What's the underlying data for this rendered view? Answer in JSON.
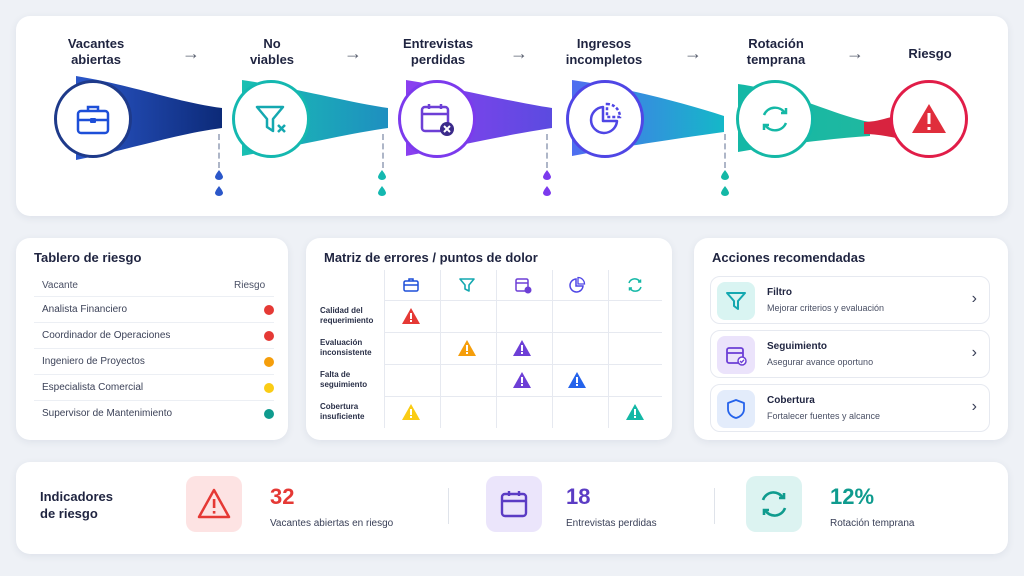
{
  "funnel": {
    "stages": [
      {
        "label": "Vacantes\nabiertas",
        "icon": "briefcase-icon",
        "color": "#1e3a8a"
      },
      {
        "label": "No\nviables",
        "icon": "filter-x-icon",
        "color": "#14b8b0"
      },
      {
        "label": "Entrevistas\nperdidas",
        "icon": "calendar-x-icon",
        "color": "#7c3aed"
      },
      {
        "label": "Ingresos\nincompletos",
        "icon": "pie-chart-icon",
        "color": "#4f46e5"
      },
      {
        "label": "Rotación\ntemprana",
        "icon": "refresh-icon",
        "color": "#14b8a6"
      },
      {
        "label": "Riesgo",
        "icon": "warning-icon",
        "color": "#e11d48"
      }
    ]
  },
  "risk_board": {
    "title": "Tablero de riesgo",
    "col_vacante": "Vacante",
    "col_riesgo": "Riesgo",
    "rows": [
      {
        "name": "Analista Financiero",
        "color": "#e53935"
      },
      {
        "name": "Coordinador de Operaciones",
        "color": "#e53935"
      },
      {
        "name": "Ingeniero de Proyectos",
        "color": "#f59e0b"
      },
      {
        "name": "Especialista Comercial",
        "color": "#facc15"
      },
      {
        "name": "Supervisor de Mantenimiento",
        "color": "#0f9b8e"
      }
    ]
  },
  "matrix": {
    "title": "Matriz de errores / puntos de dolor",
    "columns": [
      "briefcase-icon",
      "filter-icon",
      "calendar-x-icon",
      "pie-chart-icon",
      "refresh-icon"
    ],
    "rows": [
      {
        "label": "Calidad del\nrequerimiento",
        "marks": [
          {
            "col": 0,
            "color": "#e53935"
          }
        ]
      },
      {
        "label": "Evaluación\ninconsistente",
        "marks": [
          {
            "col": 1,
            "color": "#f59e0b"
          },
          {
            "col": 2,
            "color": "#6d3fd6"
          }
        ]
      },
      {
        "label": "Falta de\nseguimiento",
        "marks": [
          {
            "col": 2,
            "color": "#6d3fd6"
          },
          {
            "col": 3,
            "color": "#2563eb"
          }
        ]
      },
      {
        "label": "Cobertura\ninsuficiente",
        "marks": [
          {
            "col": 0,
            "color": "#facc15"
          },
          {
            "col": 4,
            "color": "#14b8a6"
          }
        ]
      }
    ]
  },
  "actions": {
    "title": "Acciones recomendadas",
    "items": [
      {
        "title": "Filtro",
        "subtitle": "Mejorar criterios y evaluación",
        "icon": "filter-icon"
      },
      {
        "title": "Seguimiento",
        "subtitle": "Asegurar avance oportuno",
        "icon": "calendar-check-icon"
      },
      {
        "title": "Cobertura",
        "subtitle": "Fortalecer fuentes y alcance",
        "icon": "shield-icon"
      }
    ]
  },
  "kpis": {
    "title": "Indicadores\nde riesgo",
    "items": [
      {
        "value": "32",
        "label": "Vacantes abiertas en riesgo",
        "color": "#e53935",
        "icon": "warning-icon"
      },
      {
        "value": "18",
        "label": "Entrevistas perdidas",
        "color": "#5b3cc4",
        "icon": "calendar-icon"
      },
      {
        "value": "12%",
        "label": "Rotación temprana",
        "color": "#0f9b8e",
        "icon": "refresh-icon"
      }
    ]
  }
}
